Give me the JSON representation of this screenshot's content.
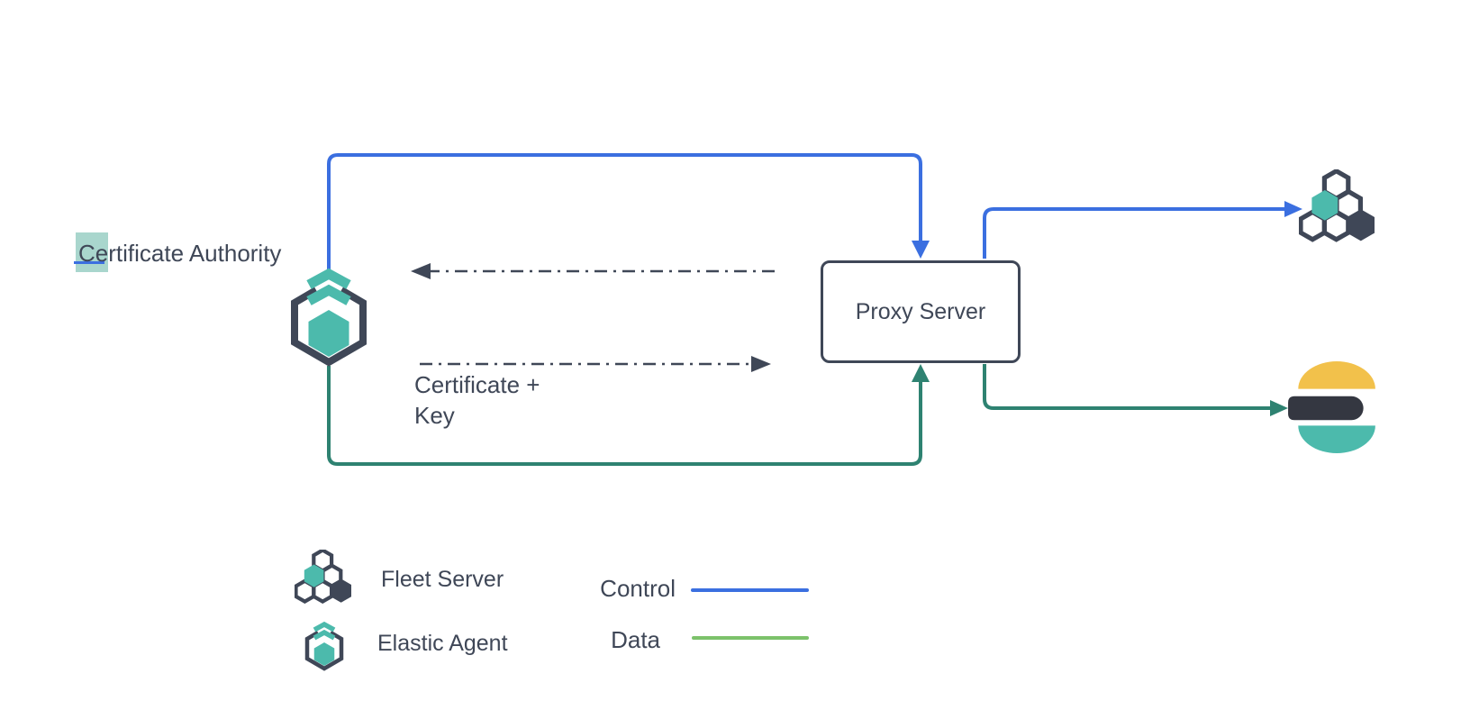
{
  "canvas": {
    "labels": {
      "certificate_authority": "Certificate Authority",
      "proxy_server": "Proxy Server",
      "certificate_key_line1": "Certificate +",
      "certificate_key_line2": "Key"
    },
    "legend": {
      "fleet_server_label": "Fleet Server",
      "elastic_agent_label": "Elastic Agent",
      "control_label": "Control",
      "data_label": "Data"
    },
    "icons": {
      "elastic_agent": "elastic-agent-icon",
      "fleet_server": "fleet-server-icon",
      "elasticsearch": "elasticsearch-icon"
    },
    "connectors": {
      "control_agent_to_proxy": "blue line from Elastic Agent top to Proxy Server top",
      "control_proxy_to_fleet": "blue arrow from Proxy Server to Fleet Server",
      "data_agent_to_proxy": "green line from Elastic Agent bottom to Proxy Server bottom",
      "data_proxy_to_elasticsearch": "green arrow from Proxy Server to Elasticsearch",
      "dashed_left_arrow": "dash-dot arrow pointing left toward Elastic Agent",
      "dashed_right_arrow": "dash-dot arrow labeled Certificate + Key pointing right toward Proxy Server"
    },
    "colors": {
      "control_blue": "#3B6FE0",
      "data_green": "#2E8271",
      "legend_data_green": "#7CC26B",
      "elastic_teal": "#4CBAAC",
      "slate": "#3F4757",
      "elastic_yellow": "#F2C14B",
      "elastic_dark": "#343741",
      "selection_highlight_teal": "#A9D6CD"
    }
  }
}
